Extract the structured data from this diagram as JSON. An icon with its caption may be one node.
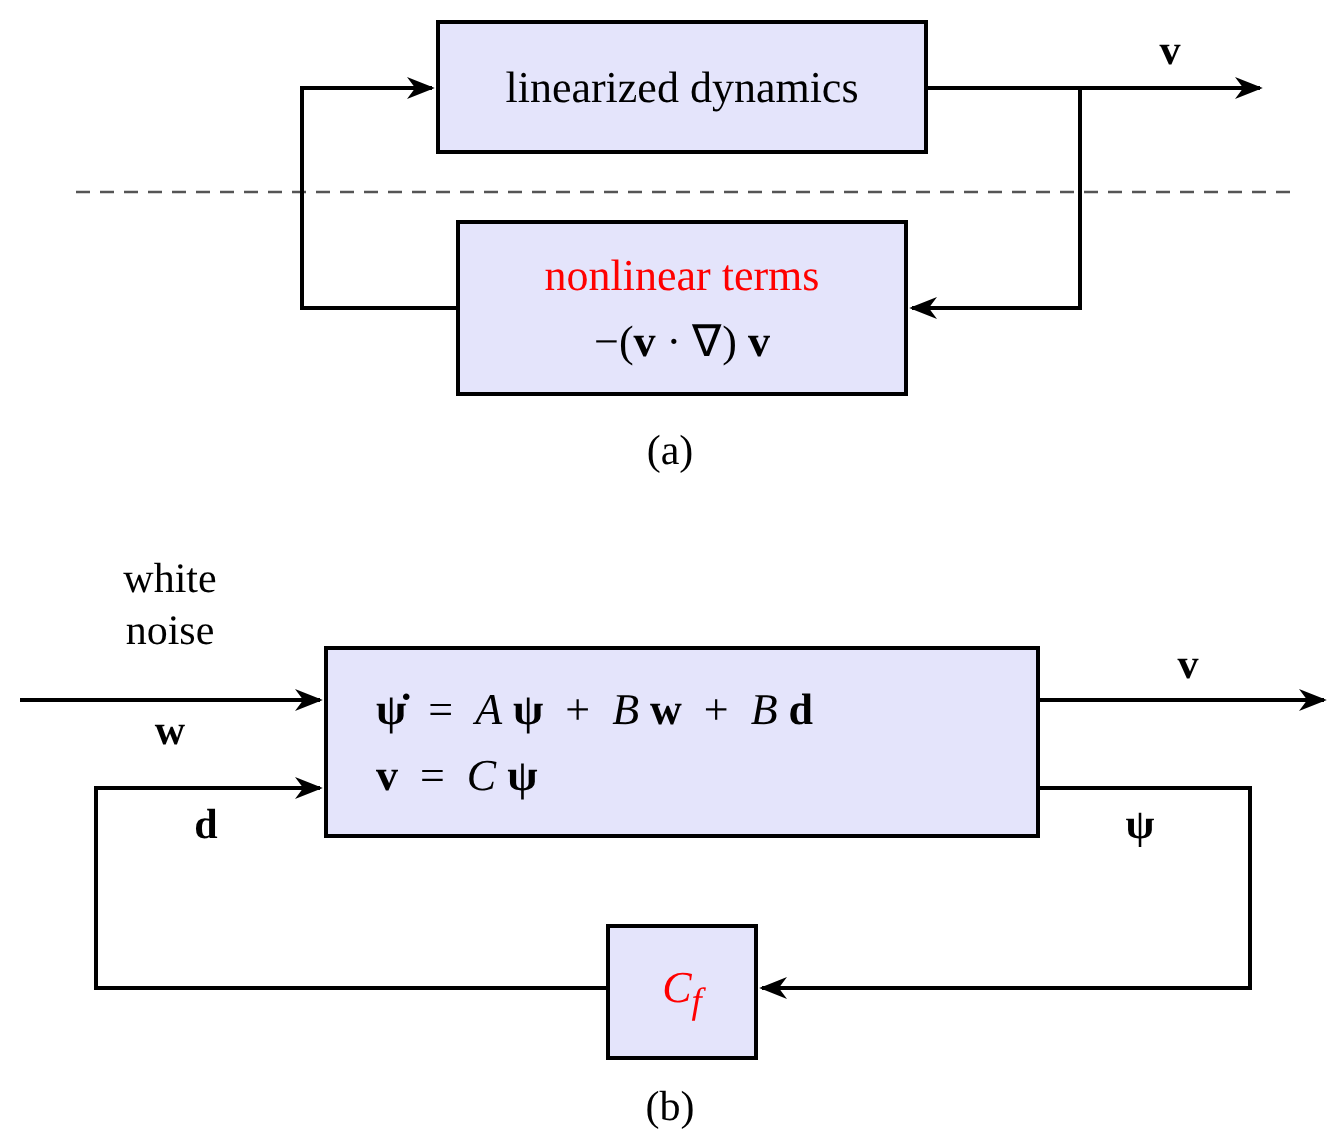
{
  "diagram": {
    "nodes": [
      {
        "text": [
          "linearized dynamics"
        ]
      },
      {
        "text": [
          "nonlinear terms",
          "−(**v** · ∇) **v**"
        ]
      },
      {
        "text": [
          "**ψ̇**  =  *A* **ψ**  +  *B* **w**  +  *B* **d**",
          "**v**  =  *C* **ψ**"
        ]
      },
      {
        "text": [
          "*C*$_{f}$"
        ]
      }
    ],
    "edges": [
      {
        "from": 0,
        "to": null,
        "arrow": "to",
        "label": "**v**"
      },
      {
        "from": 0,
        "to": 1,
        "arrow": "to"
      },
      {
        "from": 1,
        "to": 0,
        "arrow": "to"
      },
      {
        "from": null,
        "to": 2,
        "arrow": "to",
        "label": "**w**"
      },
      {
        "from": 2,
        "to": null,
        "arrow": "to",
        "label": "**v**"
      },
      {
        "from": 2,
        "to": 3,
        "arrow": "to",
        "label": "**ψ**"
      },
      {
        "from": 3,
        "to": 2,
        "arrow": "to",
        "label": "**d**"
      }
    ],
    "labels": [
      "(a)",
      "white noise",
      "(b)"
    ]
  }
}
